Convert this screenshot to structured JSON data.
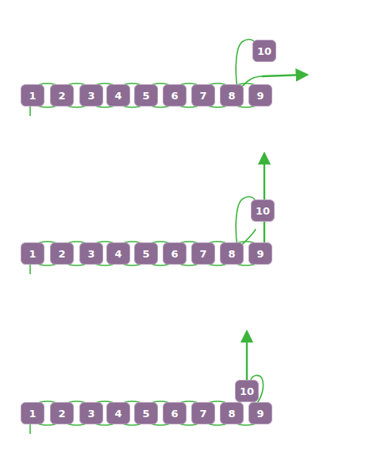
{
  "diagram": {
    "nodes": [
      {
        "text": [
          "1"
        ]
      },
      {
        "text": [
          "2"
        ]
      },
      {
        "text": [
          "3"
        ]
      },
      {
        "text": [
          "4"
        ]
      },
      {
        "text": [
          "5"
        ]
      },
      {
        "text": [
          "6"
        ]
      },
      {
        "text": [
          "7"
        ]
      },
      {
        "text": [
          "8"
        ]
      },
      {
        "text": [
          "9"
        ]
      },
      {
        "text": [
          "10"
        ]
      },
      {
        "text": [
          "1"
        ]
      },
      {
        "text": [
          "2"
        ]
      },
      {
        "text": [
          "3"
        ]
      },
      {
        "text": [
          "4"
        ]
      },
      {
        "text": [
          "5"
        ]
      },
      {
        "text": [
          "6"
        ]
      },
      {
        "text": [
          "7"
        ]
      },
      {
        "text": [
          "8"
        ]
      },
      {
        "text": [
          "9"
        ]
      },
      {
        "text": [
          "10"
        ]
      },
      {
        "text": [
          "1"
        ]
      },
      {
        "text": [
          "2"
        ]
      },
      {
        "text": [
          "3"
        ]
      },
      {
        "text": [
          "4"
        ]
      },
      {
        "text": [
          "5"
        ]
      },
      {
        "text": [
          "6"
        ]
      },
      {
        "text": [
          "7"
        ]
      },
      {
        "text": [
          "8"
        ]
      },
      {
        "text": [
          "9"
        ]
      },
      {
        "text": [
          "10"
        ]
      }
    ]
  }
}
